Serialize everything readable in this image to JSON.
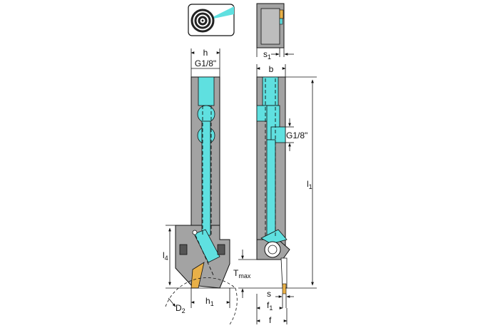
{
  "icon": {
    "name": "coolant-spiral-icon",
    "accent": "#5fe0e0"
  },
  "labels": {
    "h": "h",
    "g_front": "G1/8\"",
    "s1_main": "s",
    "s1_sub": "1",
    "b": "b",
    "g_side": "G1/8\"",
    "l1_main": "l",
    "l1_sub": "1",
    "l4_main": "l",
    "l4_sub": "4",
    "tmax_main": "T",
    "tmax_sub": "max",
    "s": "s",
    "f1_main": "f",
    "f1_sub": "1",
    "f": "f",
    "h1_main": "h",
    "h1_sub": "1",
    "d2_main": "D",
    "d2_sub": "2"
  },
  "colors": {
    "body": "#a3a3a3",
    "coolant": "#5fe0e0",
    "insert": "#e8b048",
    "line": "#111111"
  }
}
